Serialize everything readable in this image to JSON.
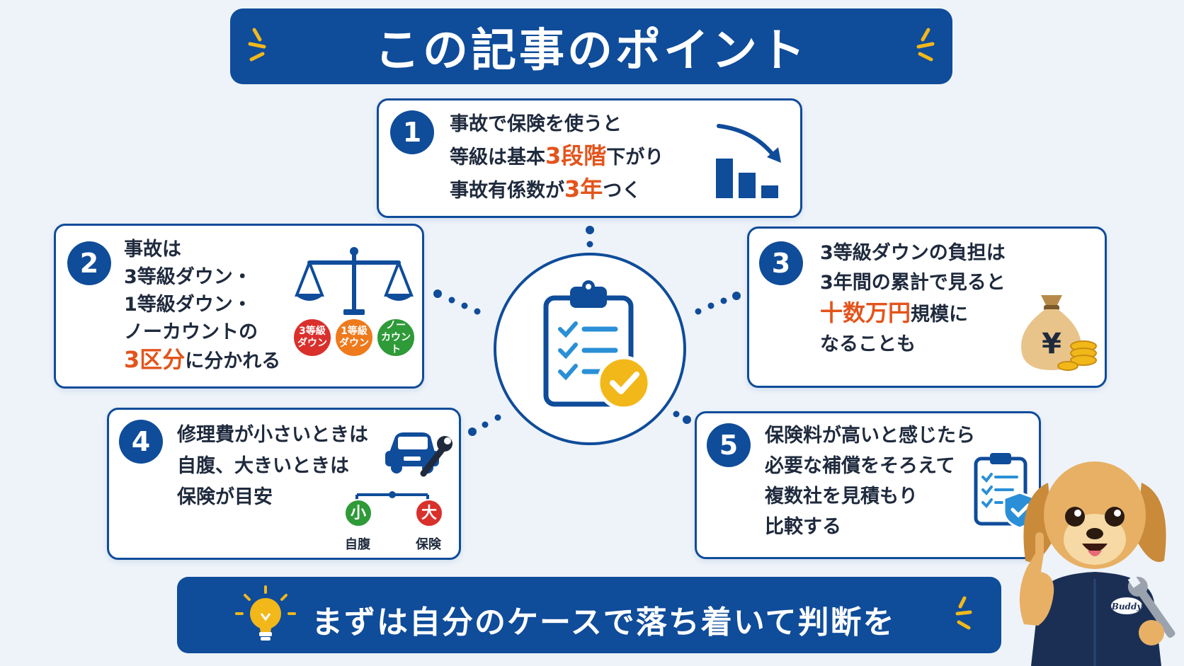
{
  "title": "この記事のポイント",
  "points": [
    {
      "number": "1",
      "lines": [
        {
          "parts": [
            "事故で保険を使うと"
          ]
        },
        {
          "parts": [
            "等級は基本",
            "3段階",
            "下がり"
          ]
        },
        {
          "parts": [
            "事故有係数が",
            "3年",
            "つく"
          ]
        }
      ]
    },
    {
      "number": "2",
      "lines": [
        "事故は",
        "3等級ダウン・",
        "1等級ダウン・",
        "ノーカウントの"
      ],
      "last_highlight": "3区分",
      "last_rest": "に分かれる",
      "badges": [
        {
          "line1": "3等級",
          "line2": "ダウン",
          "color": "#d9302c"
        },
        {
          "line1": "1等級",
          "line2": "ダウン",
          "color": "#ee7a1c"
        },
        {
          "line1": "ノー",
          "line2": "カウント",
          "color": "#2e9a38"
        }
      ]
    },
    {
      "number": "3",
      "lines": [
        "3等級ダウンの負担は",
        "3年間の累計で見ると"
      ],
      "highlight": "十数万円",
      "highlight_rest": "規模に",
      "last_line": "なることも",
      "icon_symbol": "¥"
    },
    {
      "number": "4",
      "lines": [
        "修理費が小さいときは",
        "自腹、大きいときは",
        "保険が目安"
      ],
      "small_badge": "小",
      "large_badge": "大",
      "small_label": "自腹",
      "large_label": "保険"
    },
    {
      "number": "5",
      "lines": [
        "保険料が高いと感じたら",
        "必要な補償をそろえて",
        "複数社を見積もり",
        "比較する"
      ]
    }
  ],
  "bottom_message": "まずは自分のケースで落ち着いて判断を",
  "mascot_badge": "Buddy",
  "colors": {
    "navy": "#0f4c9a",
    "accent": "#e3541c",
    "gold": "#f2b81a",
    "green": "#2e9a38",
    "red": "#d9302c"
  }
}
